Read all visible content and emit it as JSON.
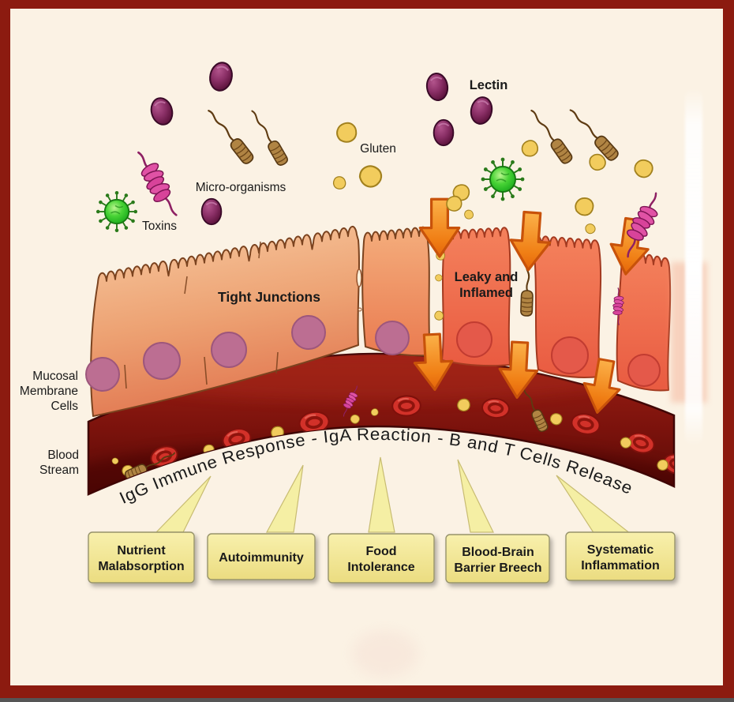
{
  "labels": {
    "lectin": "Lectin",
    "gluten": "Gluten",
    "micro_organisms": "Micro-organisms",
    "toxins": "Toxins",
    "tight_junctions": "Tight Junctions",
    "leaky_inflamed": [
      "Leaky and",
      "Inflamed"
    ],
    "mucosal_membrane_cells": [
      "Mucosal",
      "Membrane",
      "Cells"
    ],
    "blood_stream": [
      "Blood",
      "Stream"
    ],
    "arc_text": "IgG Immune Response - IgA Reaction - B and T Cells Release"
  },
  "callout_boxes": [
    {
      "lines": [
        "Nutrient",
        "Malabsorption"
      ]
    },
    {
      "lines": [
        "Autoimmunity"
      ]
    },
    {
      "lines": [
        "Food",
        "Intolerance"
      ]
    },
    {
      "lines": [
        "Blood-Brain",
        "Barrier Breech"
      ]
    },
    {
      "lines": [
        "Systematic",
        "Inflammation"
      ]
    }
  ],
  "icons": {
    "lectin": "purple-oval-particle",
    "toxin_virus": "green-spiked-virus",
    "micro_organism": "brown-flagellated-bacterium",
    "spirochete": "pink-coiled-microbe",
    "gluten": "yellow-bean-blob",
    "red_blood_cell": "red-donut-cell",
    "breach_arrow": "orange-down-arrow"
  },
  "colors": {
    "frame_border": "#8c1b10",
    "background": "#fbf2e4",
    "cell_left": "#eb9a6c",
    "cell_right": "#ee6148",
    "nucleus_left": "#bc6e92",
    "nucleus_right": "#e4594a",
    "blood": "#7c130c",
    "arrow_orange": "#f58220",
    "callout_fill": "#f2e48d",
    "text": "#1a1a1a"
  }
}
